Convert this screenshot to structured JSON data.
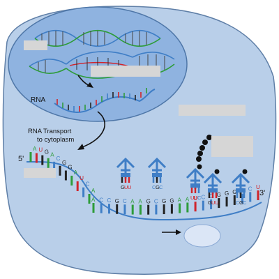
{
  "labels": {
    "rna": "RNA",
    "transport_line1": "RNA Transport",
    "transport_line2": "to cytoplasm",
    "five_prime": "5'",
    "three_prime": "3'"
  },
  "mrna_sequence_top": [
    "A",
    "U",
    "G",
    "A",
    "C",
    "G",
    "G",
    "A",
    "U",
    "C",
    "A"
  ],
  "mrna_sequence_bottom": [
    "A",
    "C",
    "C",
    "G",
    "C",
    "A",
    "A",
    "G",
    "C",
    "G",
    "G",
    "A",
    "A",
    "U",
    "C",
    "C",
    "G",
    "G",
    "G",
    "C",
    "C",
    "U"
  ],
  "trna_anticodons": [
    [
      "G",
      "U",
      "U"
    ],
    [
      "C",
      "G",
      "C"
    ],
    [
      "U",
      "U",
      "C"
    ]
  ],
  "colors": {
    "cell": "#b9cfe9",
    "cell_border": "#5f7fa7",
    "nucleus": "#8fb3e0",
    "A": "#2e9c3a",
    "U": "#d0232a",
    "G": "#222222",
    "C": "#3f7ec6",
    "trna": "#3f7ec6"
  },
  "icons": [
    "dna-helix-icon",
    "trna-icon",
    "ribosome-icon",
    "amino-acid-chain-icon",
    "arrow-icon"
  ]
}
